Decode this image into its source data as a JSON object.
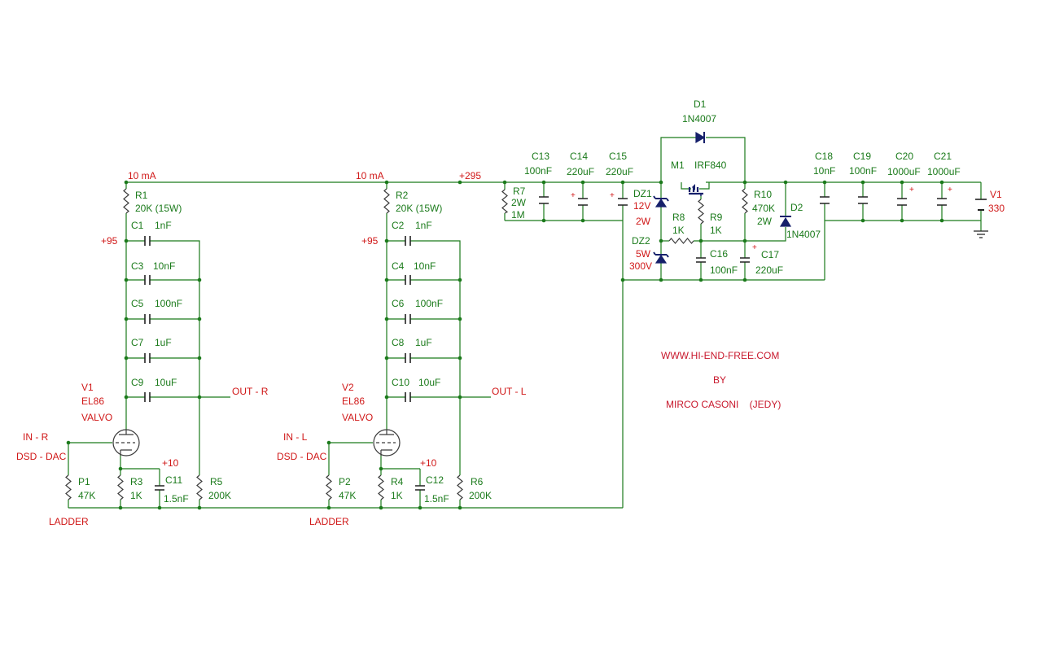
{
  "currents": {
    "r1": "10 mA",
    "r2": "10 mA"
  },
  "nets": {
    "b295": "+295",
    "n95a": "+95",
    "n95b": "+95",
    "n10a": "+10",
    "n10b": "+10",
    "outR": "OUT - R",
    "outL": "OUT - L",
    "inR": "IN - R",
    "inL": "IN - L",
    "dsdR": "DSD - DAC",
    "dsdL": "DSD - DAC",
    "ladderR": "LADDER",
    "ladderL": "LADDER"
  },
  "credits": {
    "site": "WWW.HI-END-FREE.COM",
    "by": "BY",
    "author": "MIRCO CASONI    (JEDY)"
  },
  "tubes": [
    {
      "ref": "V1",
      "type": "EL86",
      "brand": "VALVO"
    },
    {
      "ref": "V2",
      "type": "EL86",
      "brand": "VALVO"
    }
  ],
  "resistors": {
    "R1": {
      "ref": "R1",
      "val": "20K (15W)"
    },
    "R2": {
      "ref": "R2",
      "val": "20K (15W)"
    },
    "R3": {
      "ref": "R3",
      "val": "1K"
    },
    "R4": {
      "ref": "R4",
      "val": "1K"
    },
    "R5": {
      "ref": "R5",
      "val": "200K"
    },
    "R6": {
      "ref": "R6",
      "val": "200K"
    },
    "P1": {
      "ref": "P1",
      "val": "47K"
    },
    "P2": {
      "ref": "P2",
      "val": "47K"
    },
    "R7": {
      "ref": "R7",
      "val1": "2W",
      "val2": "1M"
    },
    "R8": {
      "ref": "R8",
      "val": "1K"
    },
    "R9": {
      "ref": "R9",
      "val": "1K"
    },
    "R10": {
      "ref": "R10",
      "val1": "470K",
      "val2": "2W"
    }
  },
  "capacitors": {
    "C1": {
      "ref": "C1",
      "val": "1nF"
    },
    "C2": {
      "ref": "C2",
      "val": "1nF"
    },
    "C3": {
      "ref": "C3",
      "val": "10nF"
    },
    "C4": {
      "ref": "C4",
      "val": "10nF"
    },
    "C5": {
      "ref": "C5",
      "val": "100nF"
    },
    "C6": {
      "ref": "C6",
      "val": "100nF"
    },
    "C7": {
      "ref": "C7",
      "val": "1uF"
    },
    "C8": {
      "ref": "C8",
      "val": "1uF"
    },
    "C9": {
      "ref": "C9",
      "val": "10uF"
    },
    "C10": {
      "ref": "C10",
      "val": "10uF"
    },
    "C11": {
      "ref": "C11",
      "val": "1.5nF"
    },
    "C12": {
      "ref": "C12",
      "val": "1.5nF"
    },
    "C13": {
      "ref": "C13",
      "val": "100nF"
    },
    "C14": {
      "ref": "C14",
      "val": "220uF"
    },
    "C15": {
      "ref": "C15",
      "val": "220uF"
    },
    "C16": {
      "ref": "C16",
      "val": "100nF"
    },
    "C17": {
      "ref": "C17",
      "val": "220uF"
    },
    "C18": {
      "ref": "C18",
      "val": "10nF"
    },
    "C19": {
      "ref": "C19",
      "val": "100nF"
    },
    "C20": {
      "ref": "C20",
      "val": "1000uF"
    },
    "C21": {
      "ref": "C21",
      "val": "1000uF"
    }
  },
  "semis": {
    "D1": {
      "ref": "D1",
      "val": "1N4007"
    },
    "D2": {
      "ref": "D2",
      "val": "1N4007"
    },
    "DZ1": {
      "ref": "DZ1",
      "val1": "12V",
      "val2": "2W"
    },
    "DZ2": {
      "ref": "DZ2",
      "val1": "5W",
      "val2": "300V"
    },
    "M1": {
      "ref": "M1",
      "val": "IRF840"
    }
  },
  "supply": {
    "ref": "V1",
    "val": "330"
  },
  "polarity": "+"
}
